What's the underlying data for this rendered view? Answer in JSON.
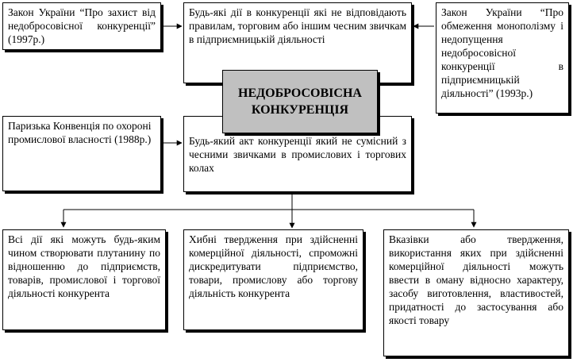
{
  "diagram": {
    "center": "НЕДОБРОСОВІСНА КОНКУРЕНЦІЯ",
    "law_1997": "Закон України “Про захист від недобросовісної конкуренції” (1997р.)",
    "law_1993": "Закон України “Про обмеження монополізму і недопущення недобросовісної конкуренції в підприємницькій діяльності” (1993р.)",
    "paris_convention": "Паризька Конвенція по охороні промислової власності (1988р.)",
    "definition_top": "Будь-які дії в конкуренції які не відповідають правилам, торговим або іншим чесним звичкам в підприємницькій діяльності",
    "definition_bottom": "Будь-який акт конкуренції який не сумісний з чесними звичками в промислових і торгових колах",
    "item_1": "Всі дії які можуть будь-яким чином створювати плутанину по відношенню до підприємств, товарів, промислової і торгової діяльності конкурента",
    "item_2": "Хибні твердження при здійсненні комерційної діяльності, спроможні дискредитувати підприємство, товари, промислову або торгову діяльність конкурента",
    "item_3": "Вказівки або твердження, використання яких при здійсненні комерційної діяльності можуть ввести в оману відносно характеру, засобу виготовлення, властивостей, придатності до застосування або якості товару"
  }
}
